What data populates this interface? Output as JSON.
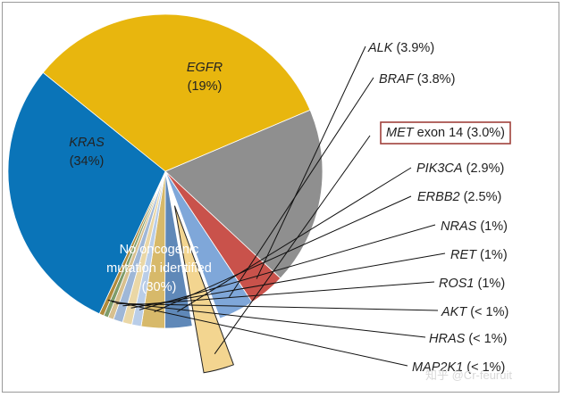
{
  "chart_data": {
    "type": "pie",
    "slices": [
      {
        "name": "EGFR",
        "value": 19,
        "label_name": "EGFR",
        "label_value": "(19%)",
        "italic": true,
        "color": "#8f8f8f"
      },
      {
        "name": "ALK",
        "value": 3.9,
        "label_name": "ALK",
        "label_value": " (3.9%)",
        "italic": true,
        "color": "#c9524b"
      },
      {
        "name": "BRAF",
        "value": 3.8,
        "label_name": "BRAF",
        "label_value": " (3.8%)",
        "italic": true,
        "color": "#7fa7d9"
      },
      {
        "name": "MET exon 14",
        "value": 3.0,
        "label_name": "MET",
        "label_value": " exon 14 (3.0%)",
        "italic": true,
        "color": "#f3d590",
        "exploded": true,
        "highlighted": true
      },
      {
        "name": "PIK3CA",
        "value": 2.9,
        "label_name": "PIK3CA",
        "label_value": " (2.9%)",
        "italic": true,
        "color": "#5f88b8"
      },
      {
        "name": "ERBB2",
        "value": 2.5,
        "label_name": "ERBB2",
        "label_value": " (2.5%)",
        "italic": true,
        "color": "#d7b96a"
      },
      {
        "name": "NRAS",
        "value": 1,
        "label_name": "NRAS",
        "label_value": " (1%)",
        "italic": true,
        "color": "#b9cde8"
      },
      {
        "name": "RET",
        "value": 1,
        "label_name": "RET",
        "label_value": " (1%)",
        "italic": true,
        "color": "#ead7a6"
      },
      {
        "name": "ROS1",
        "value": 1,
        "label_name": "ROS1",
        "label_value": " (1%)",
        "italic": true,
        "color": "#9fb7d7"
      },
      {
        "name": "AKT",
        "value": 0.6,
        "label_name": "AKT",
        "label_value": " (< 1%)",
        "italic": true,
        "color": "#d8c08e"
      },
      {
        "name": "HRAS",
        "value": 0.5,
        "label_name": "HRAS",
        "label_value": " (< 1%)",
        "italic": true,
        "color": "#7e9c6a"
      },
      {
        "name": "MAP2K1",
        "value": 0.5,
        "label_name": "MAP2K1",
        "label_value": " (< 1%)",
        "italic": true,
        "color": "#b08a3a"
      },
      {
        "name": "No oncogenic mutation identified",
        "value": 30,
        "label_lines": [
          "No oncogenic",
          "mutation identified",
          "(30%)"
        ],
        "italic": false,
        "color": "#0a74b8"
      },
      {
        "name": "KRAS",
        "value": 34,
        "label_name": "KRAS",
        "label_value": "(34%)",
        "italic": true,
        "color": "#e8b60e"
      }
    ],
    "start_angle_deg": 67,
    "direction": "clockwise"
  },
  "watermark": "知乎 @Cr-feuruit"
}
